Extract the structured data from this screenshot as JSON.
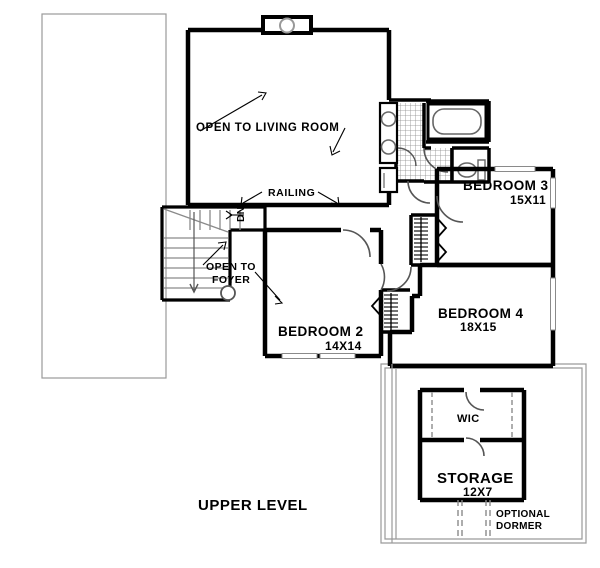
{
  "plan": {
    "title": "UPPER LEVEL",
    "drawing_type": "architectural-floor-plan",
    "line_color": "#000000",
    "background_color": "#ffffff",
    "rooms": [
      {
        "id": "bedroom2",
        "name": "BEDROOM 2",
        "dimensions": "14X14"
      },
      {
        "id": "bedroom3",
        "name": "BEDROOM 3",
        "dimensions": "15X11"
      },
      {
        "id": "bedroom4",
        "name": "BEDROOM 4",
        "dimensions": "18X15"
      },
      {
        "id": "storage",
        "name": "STORAGE",
        "dimensions": "12X7"
      },
      {
        "id": "wic",
        "name": "WIC",
        "dimensions": ""
      }
    ],
    "annotations": [
      {
        "id": "open-to-living-room",
        "text": "OPEN TO LIVING ROOM"
      },
      {
        "id": "railing",
        "text": "RAILING"
      },
      {
        "id": "open-to-foyer-line1",
        "text": "OPEN TO"
      },
      {
        "id": "open-to-foyer-line2",
        "text": "FOYER"
      },
      {
        "id": "stair-direction",
        "text": "DN"
      },
      {
        "id": "optional-dormer-line1",
        "text": "OPTIONAL"
      },
      {
        "id": "optional-dormer-line2",
        "text": "DORMER"
      }
    ],
    "labels": {
      "open_to_living_room": "OPEN TO LIVING ROOM",
      "railing": "RAILING",
      "open_to_foyer_1": "OPEN TO",
      "open_to_foyer_2": "FOYER",
      "stair_dn": "DN",
      "optional_dormer_1": "OPTIONAL",
      "optional_dormer_2": "DORMER",
      "bedroom2_name": "BEDROOM 2",
      "bedroom2_dims": "14X14",
      "bedroom3_name": "BEDROOM 3",
      "bedroom3_dims": "15X11",
      "bedroom4_name": "BEDROOM 4",
      "bedroom4_dims": "18X15",
      "storage_name": "STORAGE",
      "storage_dims": "12X7",
      "wic_name": "WIC",
      "level_title": "UPPER LEVEL"
    },
    "fixtures": [
      {
        "id": "round-window",
        "type": "round-window"
      },
      {
        "id": "sink-1",
        "type": "sink"
      },
      {
        "id": "sink-2",
        "type": "sink"
      },
      {
        "id": "bathtub",
        "type": "bathtub"
      },
      {
        "id": "toilet",
        "type": "toilet"
      },
      {
        "id": "staircase",
        "type": "staircase"
      },
      {
        "id": "newel-post",
        "type": "newel-post"
      }
    ]
  }
}
